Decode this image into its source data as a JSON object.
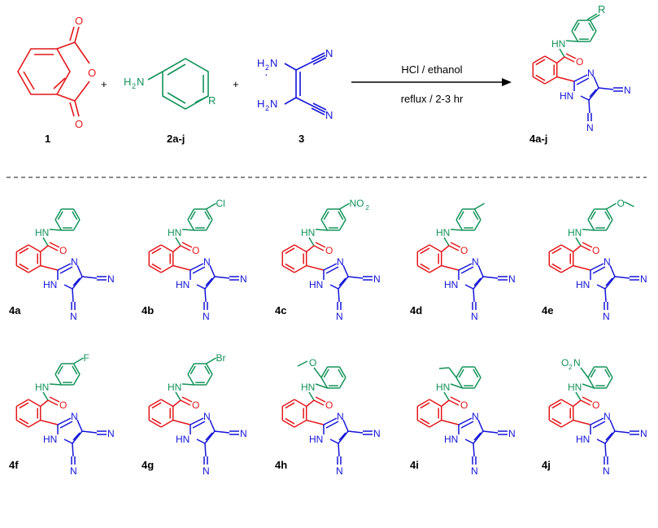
{
  "colors": {
    "red": "#e3171b",
    "green": "#12935a",
    "blue": "#1414d8",
    "black": "#000000"
  },
  "reaction": {
    "plus": "+",
    "reagent_1_label": "1",
    "reagent_2_label": "2a-j",
    "reagent_3_label": "3",
    "product_label": "4a-j",
    "conditions_top": "HCl / ethanol",
    "conditions_bottom": "reflux / 2-3 hr",
    "r_group": "R",
    "atoms": {
      "O": "O",
      "N": "N",
      "HN": "HN",
      "H2N_main": "H",
      "H2N_sub": "2",
      "H2N_N": "N",
      "NH2_N": "N",
      "NH2_H": "H",
      "NH2_sub": "2",
      "dot": "·"
    }
  },
  "products": [
    {
      "label": "4a",
      "sub": "none",
      "pos": "para"
    },
    {
      "label": "4b",
      "sub": "Cl",
      "pos": "para"
    },
    {
      "label": "4c",
      "sub": "NO2",
      "pos": "para"
    },
    {
      "label": "4d",
      "sub": "methyl",
      "pos": "para"
    },
    {
      "label": "4e",
      "sub": "methoxy",
      "pos": "para"
    },
    {
      "label": "4f",
      "sub": "F",
      "pos": "para"
    },
    {
      "label": "4g",
      "sub": "Br",
      "pos": "para"
    },
    {
      "label": "4h",
      "sub": "methoxy",
      "pos": "ortho"
    },
    {
      "label": "4i",
      "sub": "methyl",
      "pos": "ortho"
    },
    {
      "label": "4j",
      "sub": "NO2",
      "pos": "ortho"
    }
  ],
  "substituent_text": {
    "Cl": "Cl",
    "F": "F",
    "Br": "Br",
    "O": "O",
    "NO2_main": "NO",
    "NO2_sub": "2",
    "O2N_O": "O",
    "O2N_sub": "2",
    "O2N_N": "N"
  }
}
